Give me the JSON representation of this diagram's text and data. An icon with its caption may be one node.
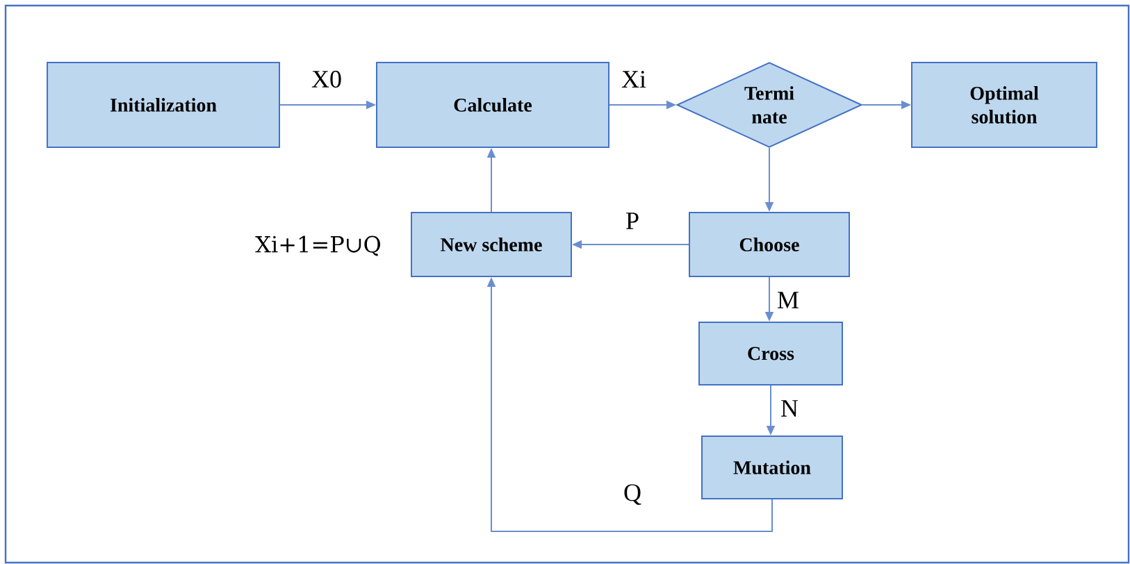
{
  "diagram": {
    "nodes": [
      {
        "text": [
          "Initialization"
        ]
      },
      {
        "text": [
          "Calculate"
        ]
      },
      {
        "text": [
          "Termi nate"
        ]
      },
      {
        "text": [
          "Optimal solution"
        ]
      },
      {
        "text": [
          "New scheme"
        ]
      },
      {
        "text": [
          "Choose"
        ]
      },
      {
        "text": [
          "Cross"
        ]
      },
      {
        "text": [
          "Mutation"
        ]
      }
    ],
    "edges": [
      {
        "from": 0,
        "to": 1,
        "arrow": "to",
        "label": "X0"
      },
      {
        "from": 1,
        "to": 2,
        "arrow": "to",
        "label": "Xi"
      },
      {
        "from": 2,
        "to": 3,
        "arrow": "to"
      },
      {
        "from": 2,
        "to": 5,
        "arrow": "to"
      },
      {
        "from": 5,
        "to": 4,
        "arrow": "to",
        "label": "P"
      },
      {
        "from": 5,
        "to": 6,
        "arrow": "to",
        "label": "M"
      },
      {
        "from": 6,
        "to": 7,
        "arrow": "to",
        "label": "N"
      },
      {
        "from": 7,
        "to": 4,
        "arrow": "to",
        "label": "Q"
      },
      {
        "from": 4,
        "to": 1,
        "arrow": "to"
      }
    ],
    "labels": [
      "Xi+1=P∪Q"
    ]
  }
}
